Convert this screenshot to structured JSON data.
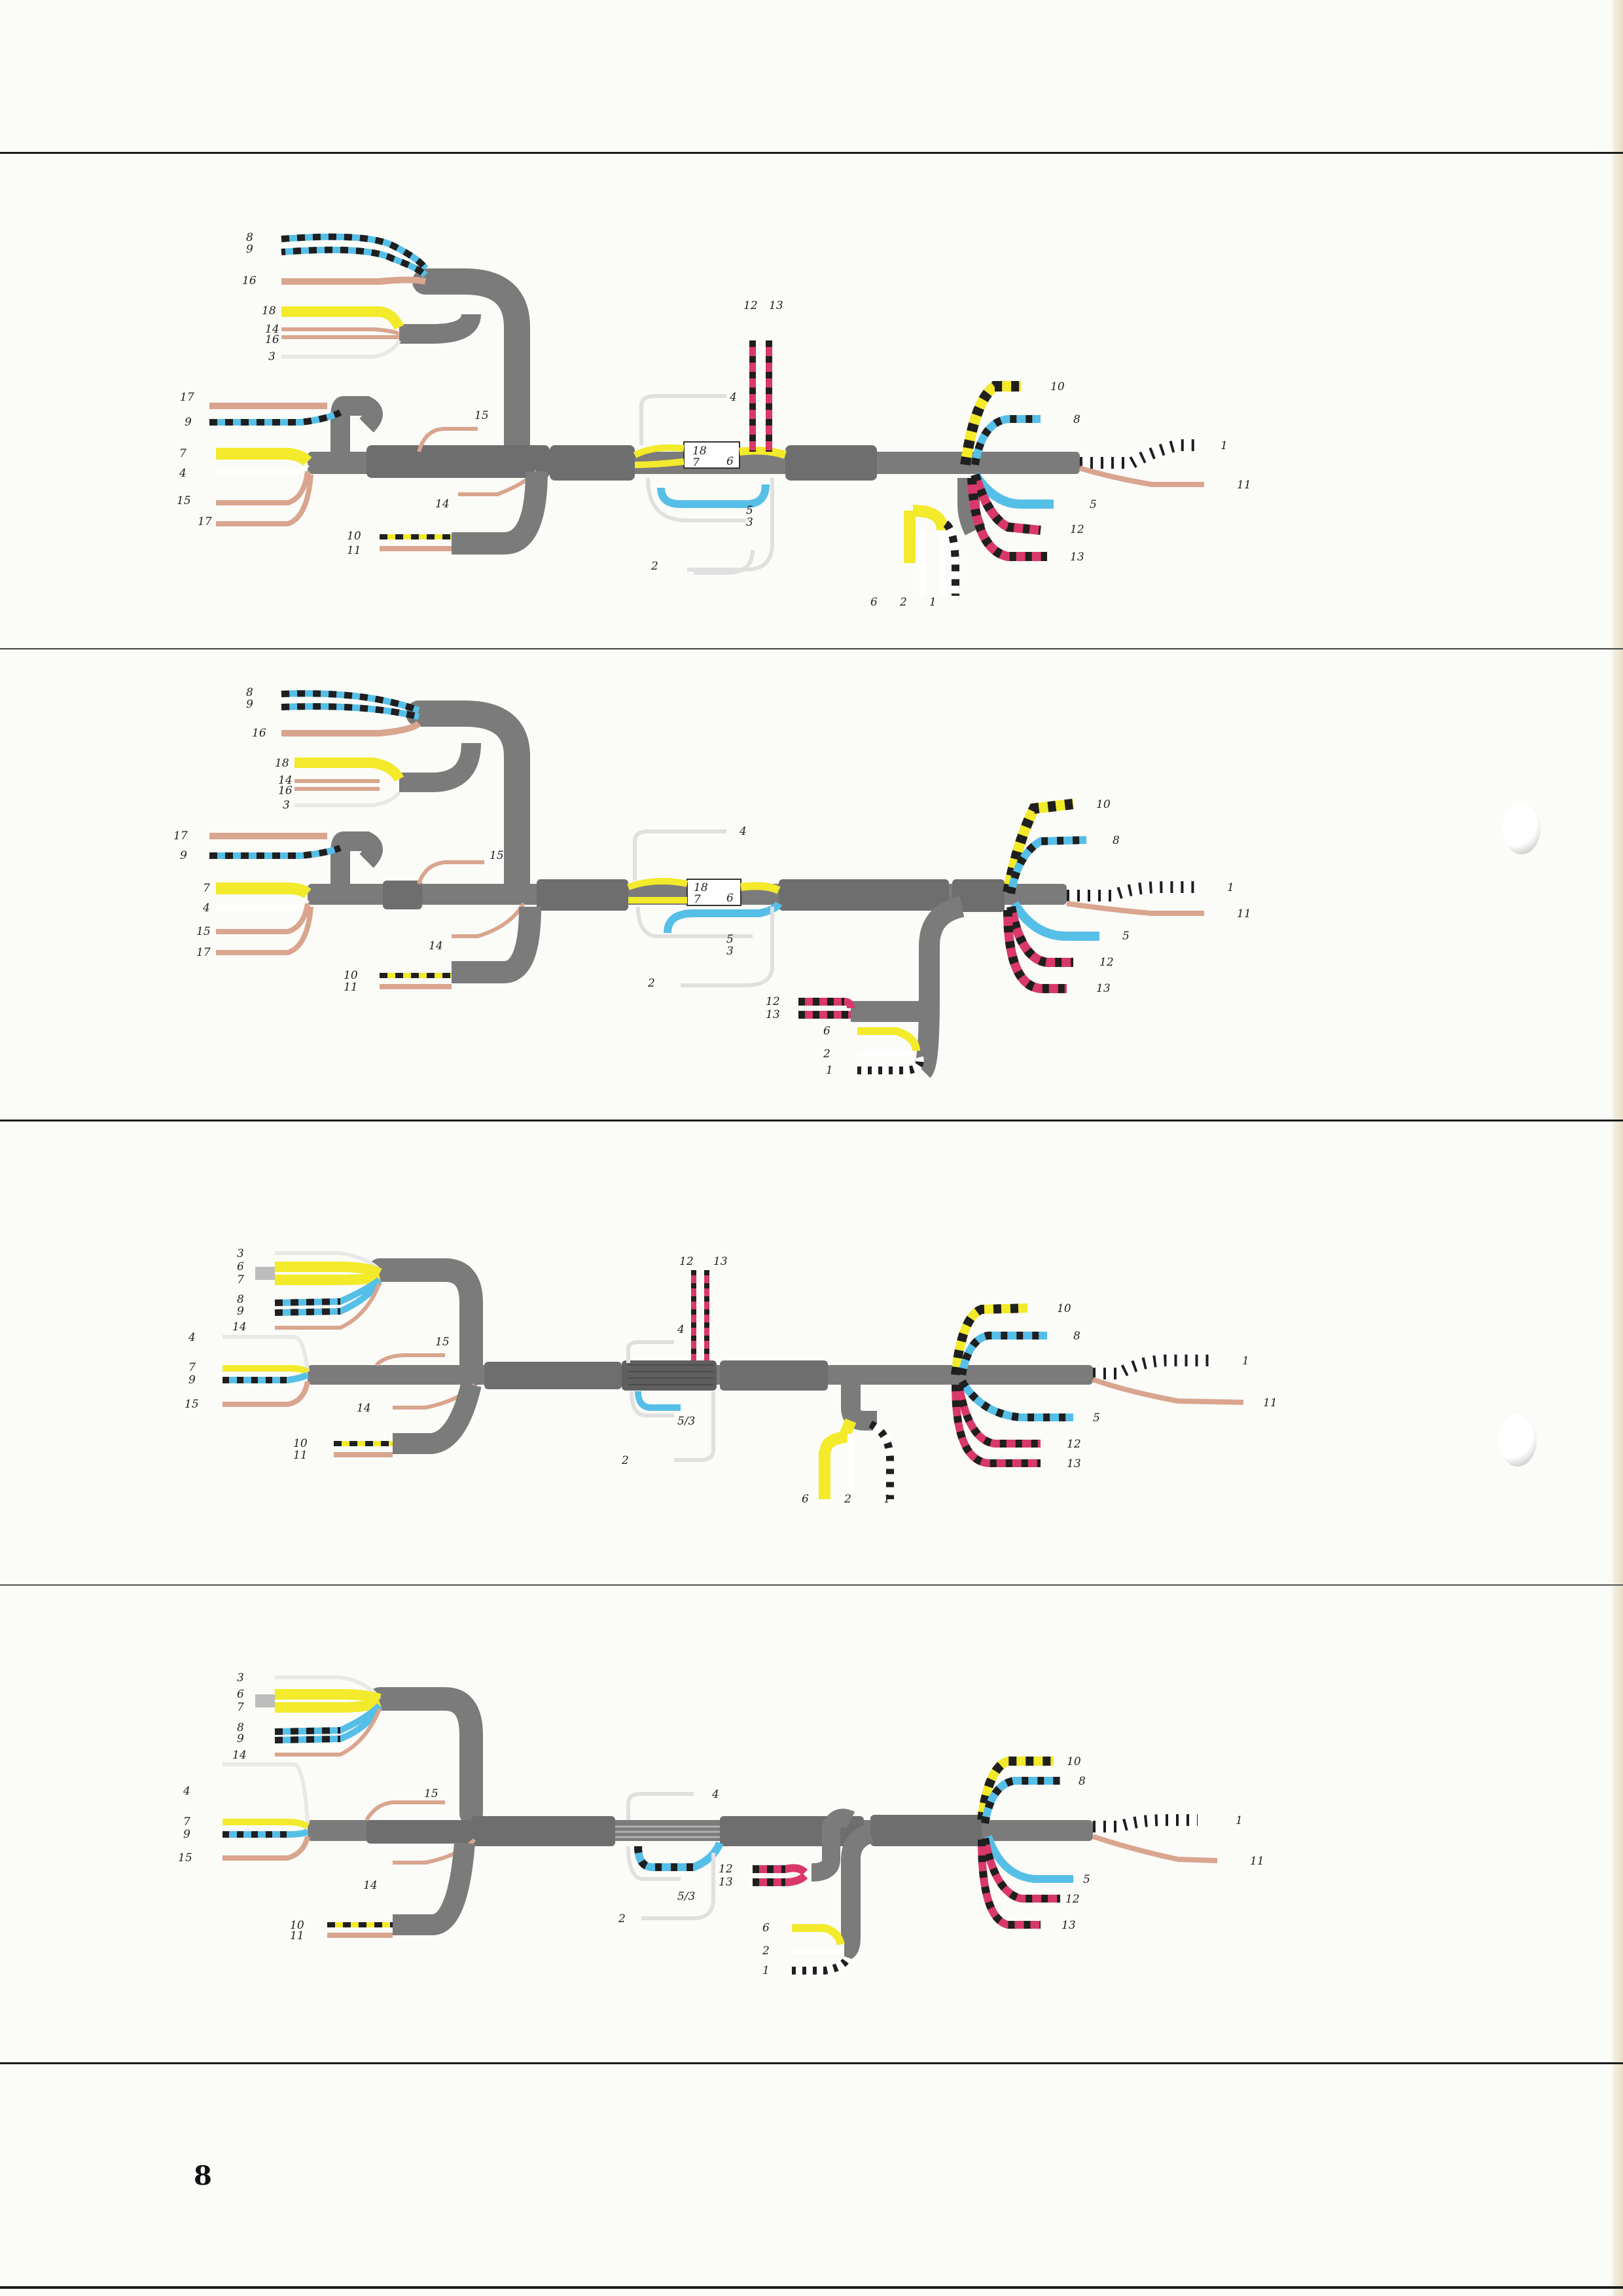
{
  "page_number": "8",
  "colors": {
    "sheath": "#7b7b7b",
    "yellow": "#f2ea2a",
    "blue": "#56bfe8",
    "brown": "#d9a58e",
    "white": "#ffffff",
    "red": "#d9386a",
    "black": "#1f1f1f"
  },
  "diagrams": [
    {
      "id": "harness-1",
      "left": [
        "8",
        "9",
        "16",
        "18",
        "14",
        "16",
        "3",
        "17",
        "9",
        "7",
        "4",
        "15",
        "17",
        "15",
        "14",
        "10",
        "11"
      ],
      "center": [
        "12",
        "13",
        "4",
        "18",
        "7",
        "6",
        "5",
        "3",
        "2"
      ],
      "right": [
        "10",
        "8",
        "1",
        "11",
        "5",
        "12",
        "13",
        "6",
        "2",
        "1"
      ]
    },
    {
      "id": "harness-2",
      "left": [
        "8",
        "9",
        "16",
        "18",
        "14",
        "16",
        "3",
        "17",
        "9",
        "7",
        "4",
        "15",
        "17",
        "15",
        "14",
        "10",
        "11"
      ],
      "center": [
        "4",
        "18",
        "7",
        "6",
        "5",
        "3",
        "2",
        "12",
        "13",
        "6",
        "2",
        "1"
      ],
      "right": [
        "10",
        "8",
        "1",
        "11",
        "5",
        "12",
        "13"
      ]
    },
    {
      "id": "harness-3",
      "left": [
        "3",
        "6",
        "7",
        "8",
        "9",
        "14",
        "4",
        "7",
        "9",
        "15",
        "15",
        "14",
        "10",
        "11"
      ],
      "center": [
        "12",
        "13",
        "4",
        "5/3",
        "2"
      ],
      "right": [
        "10",
        "8",
        "1",
        "11",
        "5",
        "12",
        "13",
        "6",
        "2",
        "1"
      ]
    },
    {
      "id": "harness-4",
      "left": [
        "3",
        "6",
        "7",
        "8",
        "9",
        "14",
        "4",
        "7",
        "9",
        "15",
        "15",
        "14",
        "10",
        "11"
      ],
      "center": [
        "4",
        "5/3",
        "2",
        "12",
        "13",
        "6",
        "2",
        "1"
      ],
      "right": [
        "10",
        "8",
        "1",
        "11",
        "5",
        "12",
        "13"
      ]
    }
  ]
}
